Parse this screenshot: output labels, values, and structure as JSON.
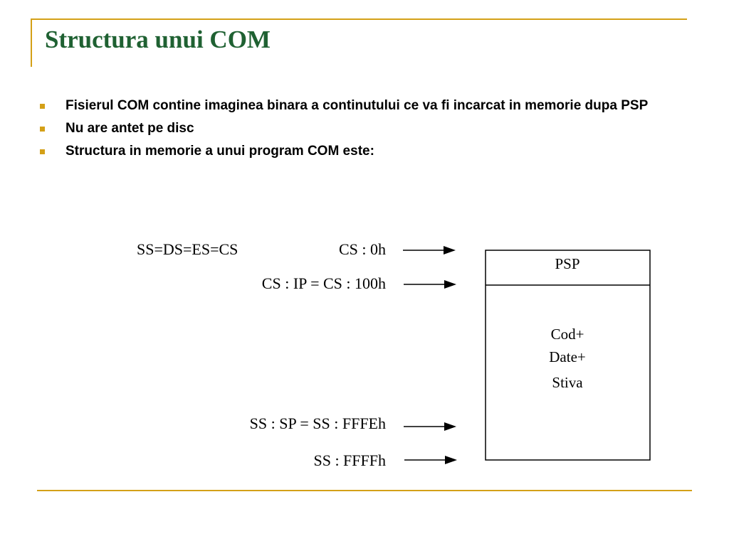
{
  "slide": {
    "title": "Structura unui COM",
    "bullets": [
      "Fisierul COM contine imaginea binara a continutului ce va fi incarcat in memorie dupa PSP",
      "Nu are antet pe disc",
      "Structura in memorie a unui program COM este:"
    ],
    "accent_color": "#d4a017",
    "title_color": "#1f6132"
  },
  "diagram": {
    "segment_label": "SS=DS=ES=CS",
    "arrow_labels": [
      "CS : 0h",
      "CS : IP = CS : 100h",
      "SS : SP = SS : FFFEh",
      "SS : FFFFh"
    ],
    "psp_label": "PSP",
    "body_lines": [
      "Cod+",
      "Date+",
      "Stiva"
    ]
  }
}
